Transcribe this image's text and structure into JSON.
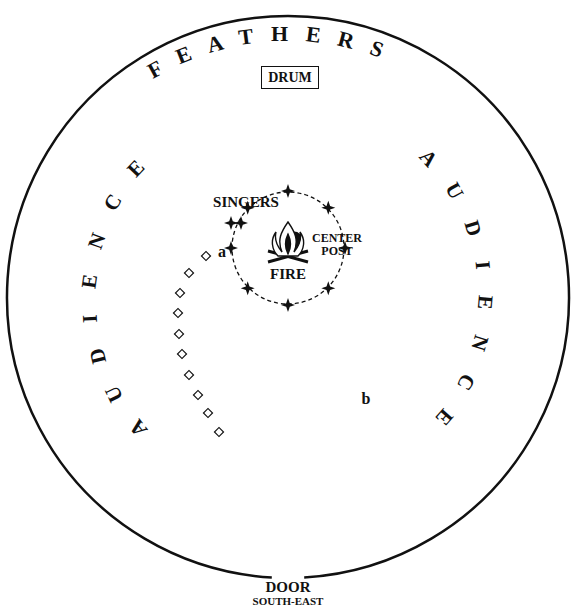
{
  "diagram": {
    "nodes": [
      {
        "text": [
          "DRUM"
        ]
      },
      {
        "text": [
          "FIRE"
        ]
      }
    ],
    "labels": [
      "FEATHERS",
      "AUDIENCE",
      "AUDIENCE",
      "SINGERS",
      "CENTER POST",
      "a",
      "b",
      "DOOR",
      "SOUTH-EAST"
    ]
  }
}
